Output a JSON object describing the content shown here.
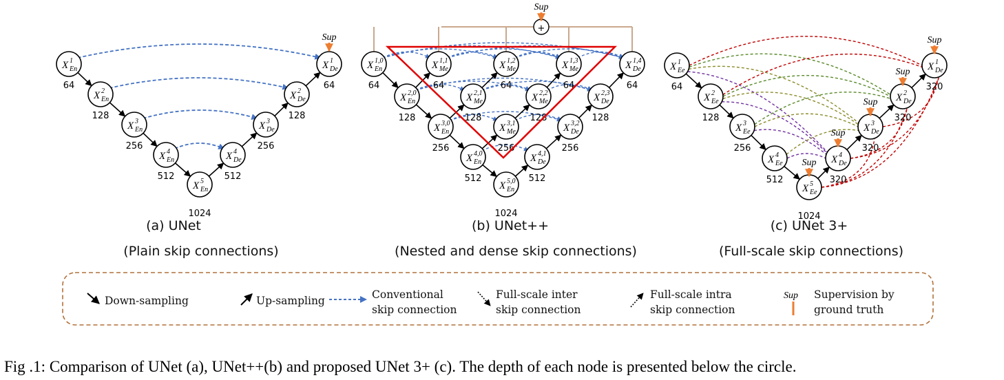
{
  "colors": {
    "skip": "#4472c4",
    "sup": "#ed7d31",
    "nest": "#c9a88c",
    "triangle": "#e00000",
    "legend_border": "#b0703a",
    "inter_colors": [
      "#7030a0",
      "#8b8b2a",
      "#5a8a2a",
      "#c00000"
    ]
  },
  "sup_label": "Sup",
  "panels": [
    {
      "title": "(a) UNet",
      "subtitle": "(Plain skip connections)",
      "nodes": [
        {
          "base": "X",
          "sub": "En",
          "sup": "1",
          "count": "64"
        },
        {
          "base": "X",
          "sub": "En",
          "sup": "2",
          "count": "128"
        },
        {
          "base": "X",
          "sub": "En",
          "sup": "3",
          "count": "256"
        },
        {
          "base": "X",
          "sub": "En",
          "sup": "4",
          "count": "512"
        },
        {
          "base": "X",
          "sub": "En",
          "sup": "5",
          "count": "1024"
        },
        {
          "base": "X",
          "sub": "De",
          "sup": "4",
          "count": "512"
        },
        {
          "base": "X",
          "sub": "De",
          "sup": "3",
          "count": "256"
        },
        {
          "base": "X",
          "sub": "De",
          "sup": "2",
          "count": "128"
        },
        {
          "base": "X",
          "sub": "De",
          "sup": "1",
          "count": "64"
        }
      ]
    },
    {
      "title": "(b) UNet++",
      "subtitle": "(Nested and dense skip connections)",
      "nodes": [
        {
          "base": "X",
          "sub": "En",
          "sup": "1,0",
          "count": "64"
        },
        {
          "base": "X",
          "sub": "Me",
          "sup": "1,1",
          "count": "64"
        },
        {
          "base": "X",
          "sub": "Me",
          "sup": "1,2",
          "count": "64"
        },
        {
          "base": "X",
          "sub": "Me",
          "sup": "1,3",
          "count": "64"
        },
        {
          "base": "X",
          "sub": "De",
          "sup": "1,4",
          "count": "64"
        },
        {
          "base": "X",
          "sub": "En",
          "sup": "2,0",
          "count": "128"
        },
        {
          "base": "X",
          "sub": "Me",
          "sup": "2,1",
          "count": "128"
        },
        {
          "base": "X",
          "sub": "Me",
          "sup": "2,2",
          "count": "128"
        },
        {
          "base": "X",
          "sub": "De",
          "sup": "2,3",
          "count": "128"
        },
        {
          "base": "X",
          "sub": "En",
          "sup": "3,0",
          "count": "256"
        },
        {
          "base": "X",
          "sub": "Me",
          "sup": "3,1",
          "count": "256"
        },
        {
          "base": "X",
          "sub": "De",
          "sup": "3,2",
          "count": "256"
        },
        {
          "base": "X",
          "sub": "En",
          "sup": "4,0",
          "count": "512"
        },
        {
          "base": "X",
          "sub": "De",
          "sup": "4,1",
          "count": "512"
        },
        {
          "base": "X",
          "sub": "En",
          "sup": "5,0",
          "count": "1024"
        }
      ],
      "sum_symbol": "+"
    },
    {
      "title": "(c) UNet 3+",
      "subtitle": "(Full-scale skip connections)",
      "nodes": [
        {
          "base": "X",
          "sub": "Ee",
          "sup": "1",
          "count": "64"
        },
        {
          "base": "X",
          "sub": "Ee",
          "sup": "2",
          "count": "128"
        },
        {
          "base": "X",
          "sub": "Ee",
          "sup": "3",
          "count": "256"
        },
        {
          "base": "X",
          "sub": "Ee",
          "sup": "4",
          "count": "512"
        },
        {
          "base": "X",
          "sub": "Ee",
          "sup": "5",
          "count": "1024"
        },
        {
          "base": "X",
          "sub": "De",
          "sup": "4",
          "count": "320"
        },
        {
          "base": "X",
          "sub": "De",
          "sup": "3",
          "count": "320"
        },
        {
          "base": "X",
          "sub": "De",
          "sup": "2",
          "count": "320"
        },
        {
          "base": "X",
          "sub": "De",
          "sup": "1",
          "count": "320"
        }
      ]
    }
  ],
  "legend": {
    "down": "Down-sampling",
    "up": "Up-sampling",
    "conv1": "Conventional",
    "conv2": "skip connection",
    "inter1": "Full-scale inter",
    "inter2": "skip connection",
    "intra1": "Full-scale intra",
    "intra2": "skip connection",
    "sup": "Sup",
    "sup1": "Supervision by",
    "sup2": "ground truth"
  },
  "caption": "Fig .1: Comparison of UNet (a), UNet++(b) and proposed UNet 3+ (c). The depth of each node is presented below the circle."
}
